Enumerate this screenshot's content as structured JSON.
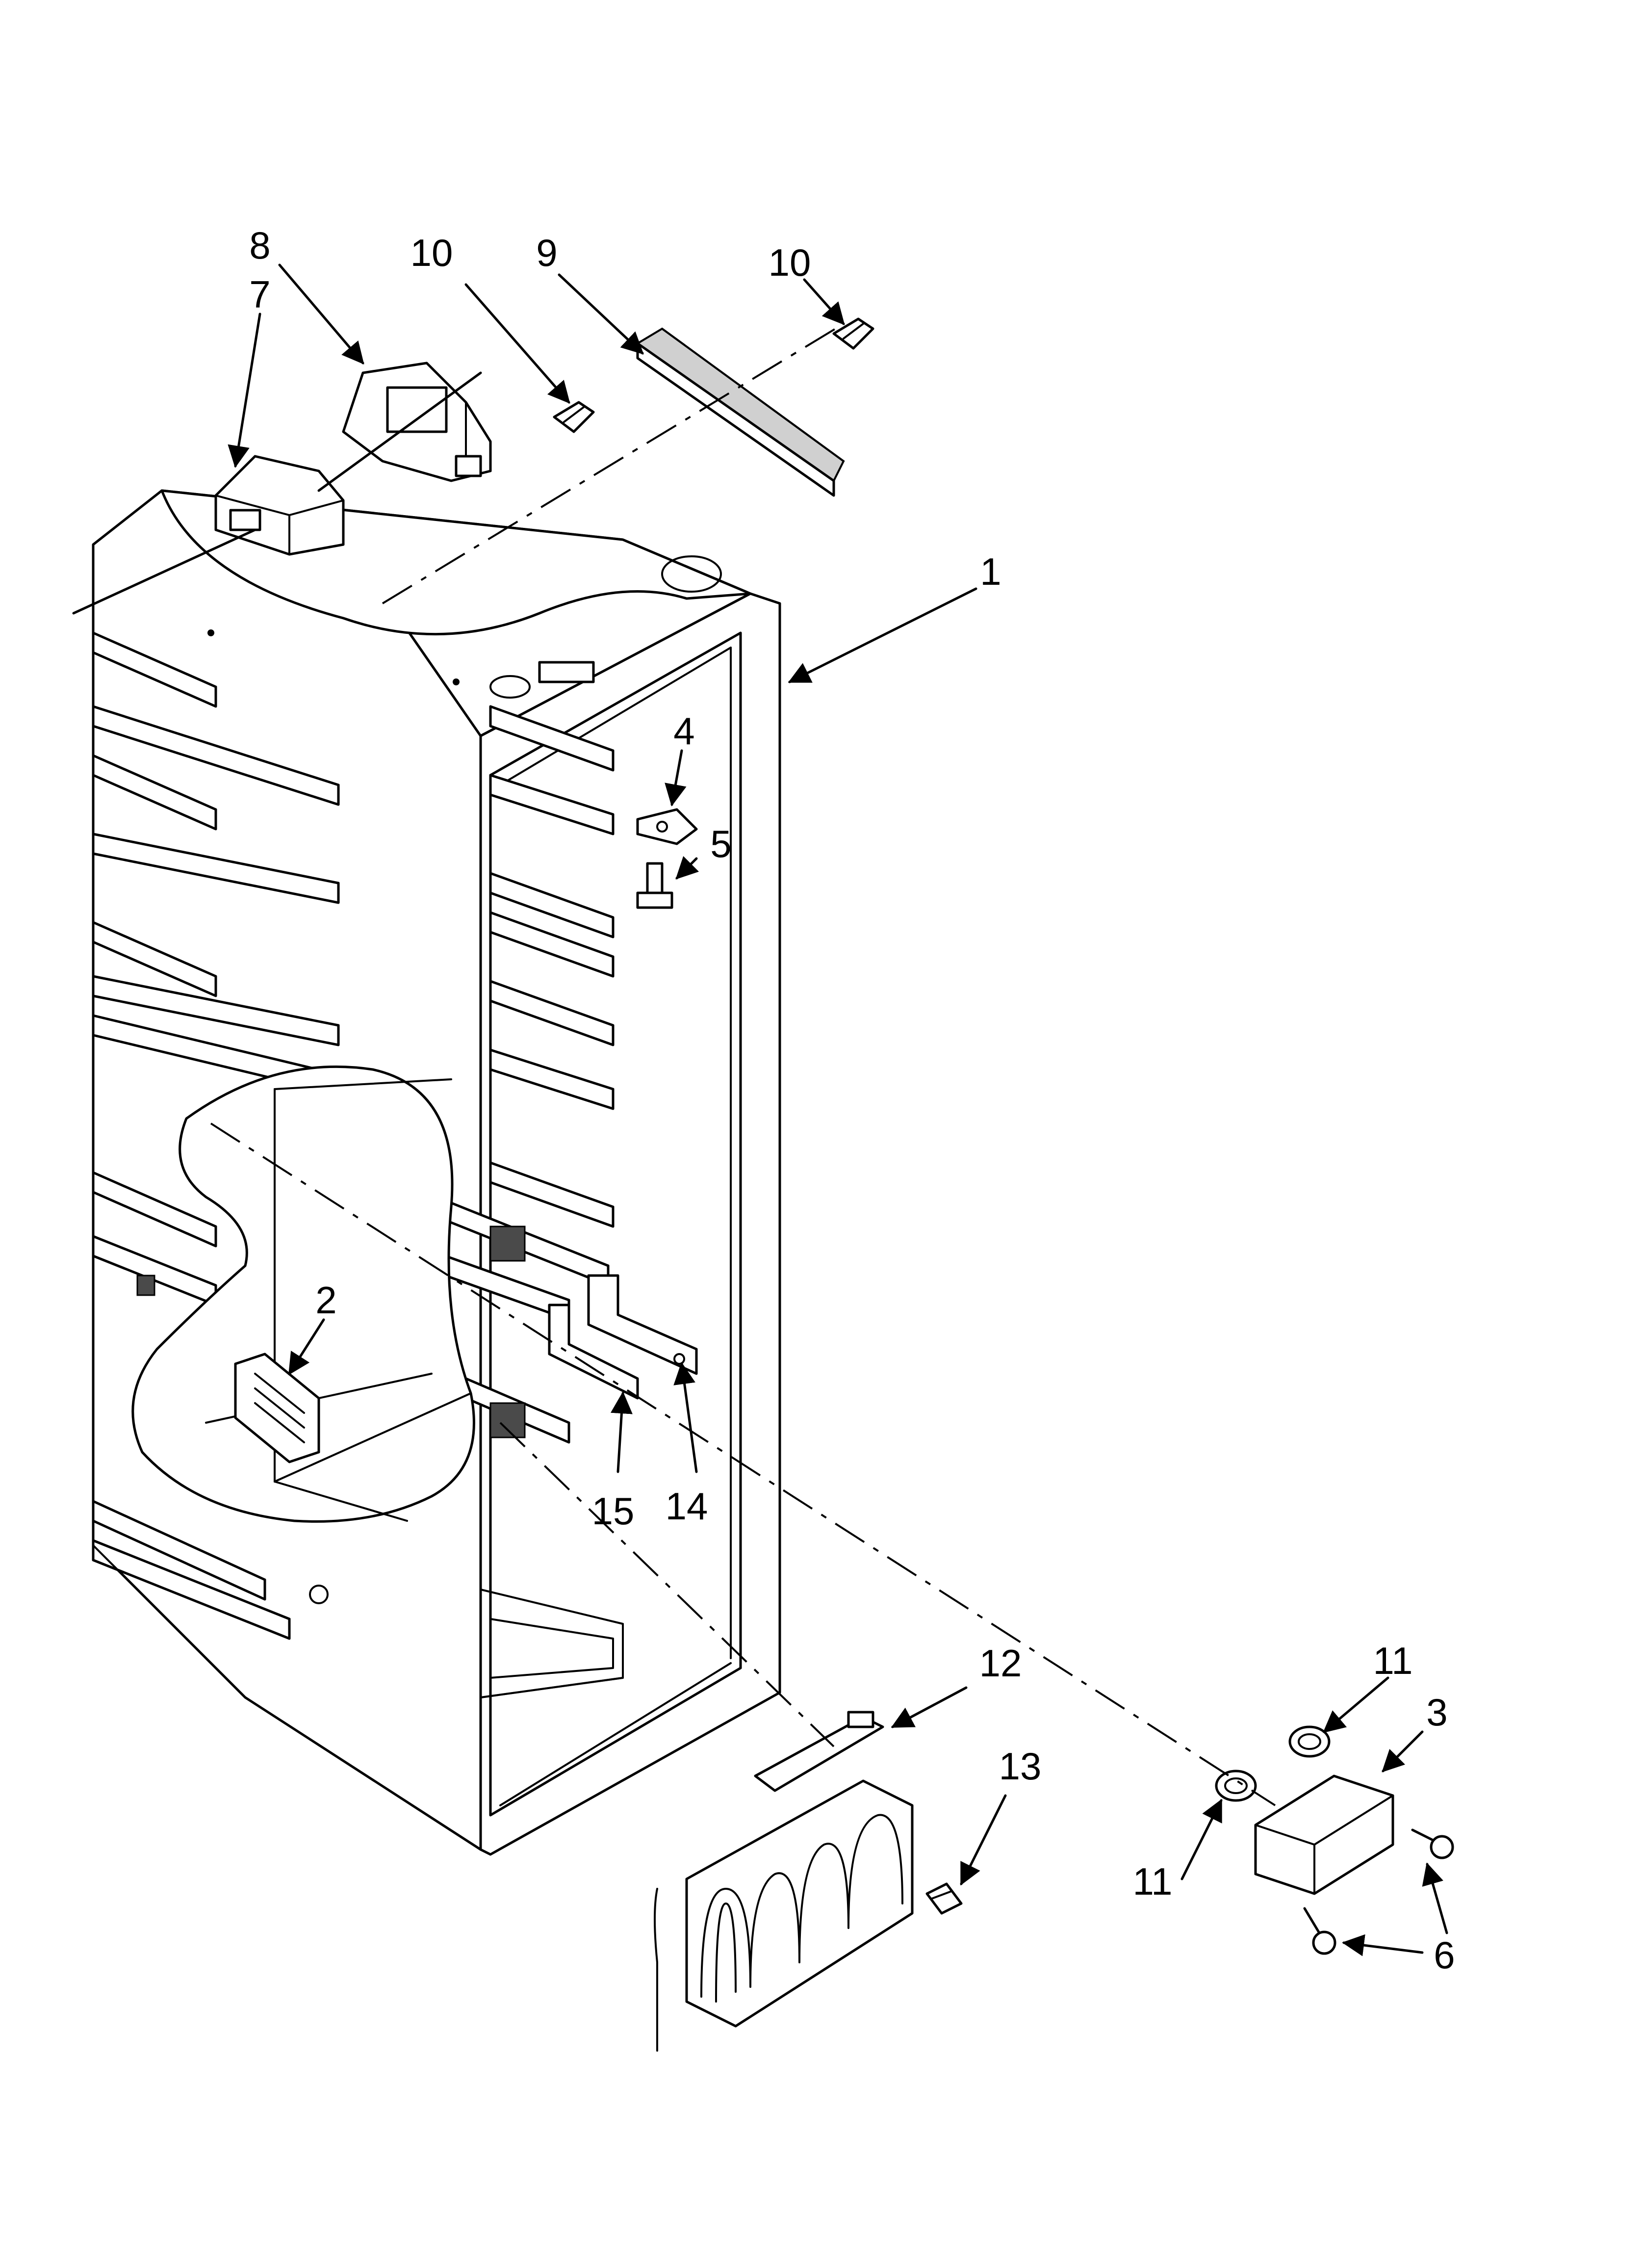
{
  "callouts": [
    {
      "id": "1",
      "text": "1"
    },
    {
      "id": "2",
      "text": "2"
    },
    {
      "id": "3",
      "text": "3"
    },
    {
      "id": "4",
      "text": "4"
    },
    {
      "id": "5",
      "text": "5"
    },
    {
      "id": "6",
      "text": "6"
    },
    {
      "id": "7",
      "text": "7"
    },
    {
      "id": "8",
      "text": "8"
    },
    {
      "id": "9",
      "text": "9"
    },
    {
      "id": "10a",
      "text": "10"
    },
    {
      "id": "10b",
      "text": "10"
    },
    {
      "id": "11a",
      "text": "11"
    },
    {
      "id": "11b",
      "text": "11"
    },
    {
      "id": "12",
      "text": "12"
    },
    {
      "id": "13",
      "text": "13"
    },
    {
      "id": "14",
      "text": "14"
    },
    {
      "id": "15",
      "text": "15"
    }
  ],
  "colors": {
    "ink": "#000000",
    "paper": "#ffffff",
    "shading": "#d0d0d0"
  }
}
